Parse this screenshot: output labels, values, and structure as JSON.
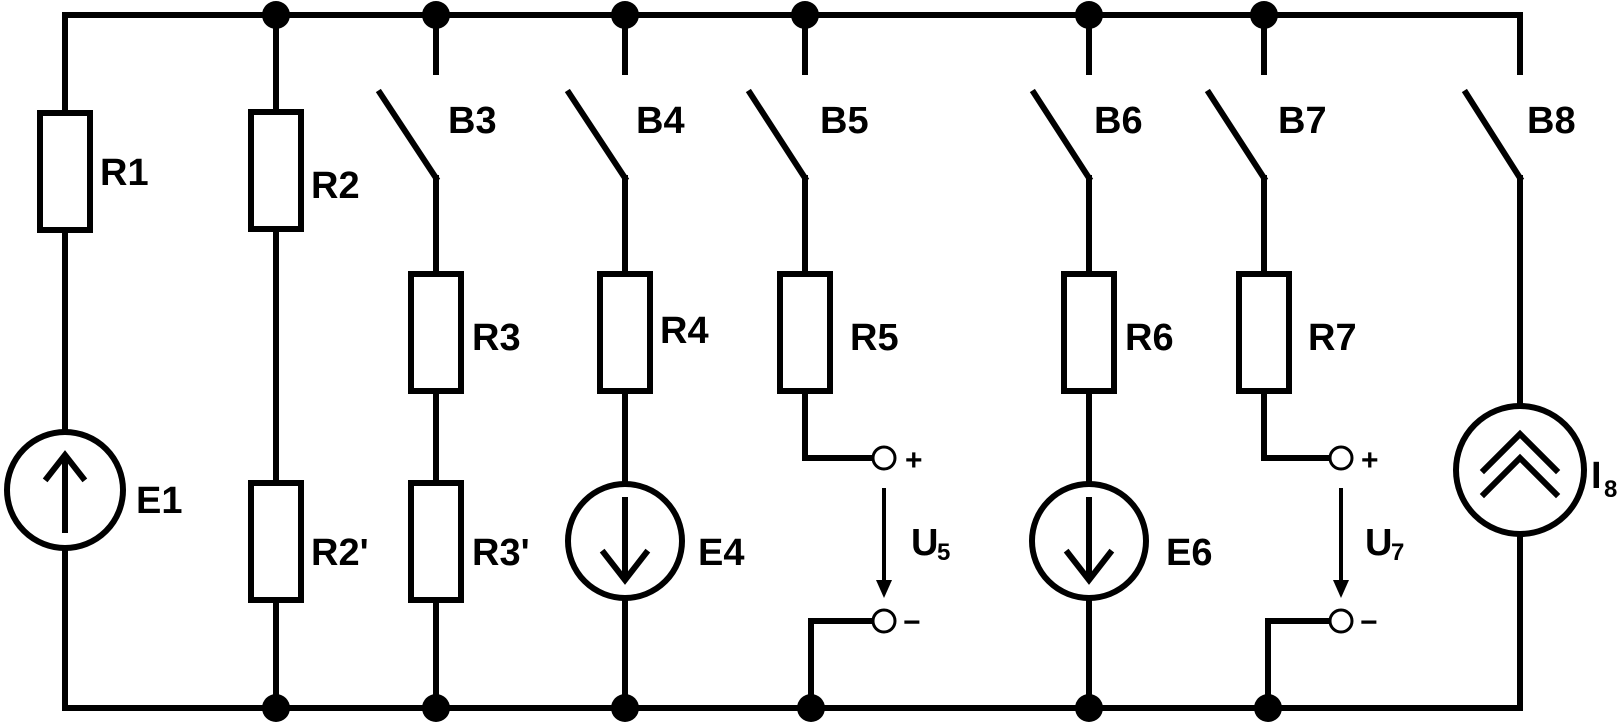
{
  "labels": {
    "R1": "R1",
    "R2": "R2",
    "R2p": "R2'",
    "R3": "R3",
    "R3p": "R3'",
    "R4": "R4",
    "R5": "R5",
    "R6": "R6",
    "R7": "R7",
    "E1": "E1",
    "E4": "E4",
    "E6": "E6",
    "B3": "B3",
    "B4": "B4",
    "B5": "B5",
    "B6": "B6",
    "B7": "B7",
    "B8": "B8",
    "U": "U",
    "U5_sub": "5",
    "U7_sub": "7",
    "I": "I",
    "I8_sub": "8",
    "plus": "+",
    "minus": "−"
  }
}
